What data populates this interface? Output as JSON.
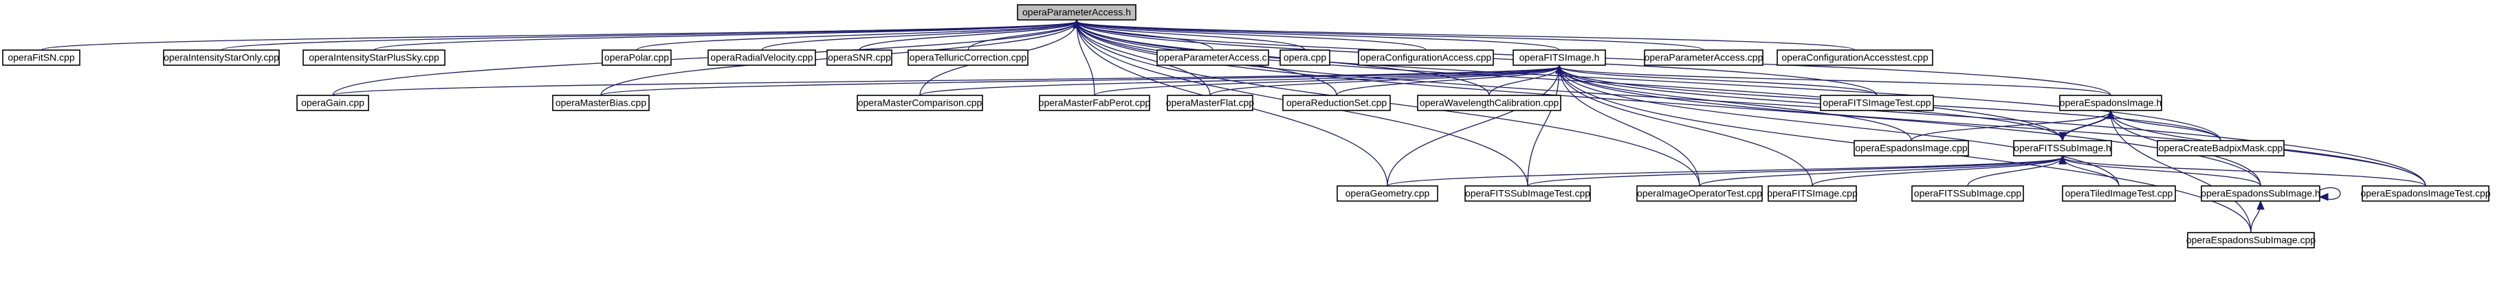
{
  "colors": {
    "edge": "#191970",
    "root_fill": "#bfbfbf",
    "node_fill": "#ffffff",
    "node_border": "#000000"
  },
  "nodes": [
    {
      "id": "n0",
      "label": "operaParameterAccess.h",
      "root": true
    },
    {
      "id": "n1",
      "label": "operaFitSN.cpp"
    },
    {
      "id": "n2",
      "label": "operaIntensityStarOnly.cpp"
    },
    {
      "id": "n3",
      "label": "operaIntensityStarPlusSky.cpp"
    },
    {
      "id": "n4",
      "label": "operaPolar.cpp"
    },
    {
      "id": "n5",
      "label": "operaRadialVelocity.cpp"
    },
    {
      "id": "n6",
      "label": "operaSNR.cpp"
    },
    {
      "id": "n7",
      "label": "operaTelluricCorrection.cpp"
    },
    {
      "id": "n8",
      "label": "operaParameterAccess.c"
    },
    {
      "id": "n9",
      "label": "opera.cpp"
    },
    {
      "id": "n10",
      "label": "operaConfigurationAccess.cpp"
    },
    {
      "id": "n11",
      "label": "operaFITSImage.h"
    },
    {
      "id": "n12",
      "label": "operaParameterAccess.cpp"
    },
    {
      "id": "n13",
      "label": "operaConfigurationAccesstest.cpp"
    },
    {
      "id": "n14",
      "label": "operaGain.cpp"
    },
    {
      "id": "n15",
      "label": "operaMasterBias.cpp"
    },
    {
      "id": "n16",
      "label": "operaMasterComparison.cpp"
    },
    {
      "id": "n17",
      "label": "operaMasterFabPerot.cpp"
    },
    {
      "id": "n18",
      "label": "operaMasterFlat.cpp"
    },
    {
      "id": "n19",
      "label": "operaReductionSet.cpp"
    },
    {
      "id": "n20",
      "label": "operaWavelengthCalibration.cpp"
    },
    {
      "id": "n21",
      "label": "operaFITSImageTest.cpp"
    },
    {
      "id": "n22",
      "label": "operaEspadonsImage.h"
    },
    {
      "id": "n23",
      "label": "operaEspadonsImage.cpp"
    },
    {
      "id": "n24",
      "label": "operaFITSSubImage.h"
    },
    {
      "id": "n25",
      "label": "operaCreateBadpixMask.cpp"
    },
    {
      "id": "n26",
      "label": "operaGeometry.cpp"
    },
    {
      "id": "n27",
      "label": "operaFITSSubImageTest.cpp"
    },
    {
      "id": "n28",
      "label": "operaImageOperatorTest.cpp"
    },
    {
      "id": "n29",
      "label": "operaFITSImage.cpp"
    },
    {
      "id": "n30",
      "label": "operaFITSSubImage.cpp"
    },
    {
      "id": "n31",
      "label": "operaTiledImageTest.cpp"
    },
    {
      "id": "n32",
      "label": "operaEspadonsSubImage.h"
    },
    {
      "id": "n33",
      "label": "operaEspadonsImageTest.cpp"
    },
    {
      "id": "n34",
      "label": "operaEspadonsSubImage.cpp"
    }
  ],
  "edges": [
    [
      "n0",
      "n1"
    ],
    [
      "n0",
      "n2"
    ],
    [
      "n0",
      "n3"
    ],
    [
      "n0",
      "n4"
    ],
    [
      "n0",
      "n5"
    ],
    [
      "n0",
      "n6"
    ],
    [
      "n0",
      "n7"
    ],
    [
      "n0",
      "n8"
    ],
    [
      "n0",
      "n9"
    ],
    [
      "n0",
      "n10"
    ],
    [
      "n0",
      "n11"
    ],
    [
      "n0",
      "n12"
    ],
    [
      "n0",
      "n13"
    ],
    [
      "n0",
      "n14"
    ],
    [
      "n0",
      "n15"
    ],
    [
      "n0",
      "n16"
    ],
    [
      "n0",
      "n17"
    ],
    [
      "n0",
      "n18"
    ],
    [
      "n0",
      "n19"
    ],
    [
      "n0",
      "n20"
    ],
    [
      "n0",
      "n21"
    ],
    [
      "n0",
      "n22"
    ],
    [
      "n0",
      "n24"
    ],
    [
      "n0",
      "n25"
    ],
    [
      "n0",
      "n26"
    ],
    [
      "n0",
      "n27"
    ],
    [
      "n0",
      "n28"
    ],
    [
      "n0",
      "n32"
    ],
    [
      "n0",
      "n33"
    ],
    [
      "n11",
      "n14"
    ],
    [
      "n11",
      "n15"
    ],
    [
      "n11",
      "n16"
    ],
    [
      "n11",
      "n17"
    ],
    [
      "n11",
      "n18"
    ],
    [
      "n11",
      "n19"
    ],
    [
      "n11",
      "n20"
    ],
    [
      "n11",
      "n21"
    ],
    [
      "n11",
      "n22"
    ],
    [
      "n11",
      "n23"
    ],
    [
      "n11",
      "n24"
    ],
    [
      "n11",
      "n25"
    ],
    [
      "n11",
      "n26"
    ],
    [
      "n11",
      "n27"
    ],
    [
      "n11",
      "n28"
    ],
    [
      "n11",
      "n29"
    ],
    [
      "n11",
      "n31"
    ],
    [
      "n11",
      "n33"
    ],
    [
      "n11",
      "n34"
    ],
    [
      "n22",
      "n23"
    ],
    [
      "n22",
      "n24"
    ],
    [
      "n22",
      "n25"
    ],
    [
      "n22",
      "n32"
    ],
    [
      "n22",
      "n33"
    ],
    [
      "n22",
      "n34"
    ],
    [
      "n24",
      "n22"
    ],
    [
      "n24",
      "n26"
    ],
    [
      "n24",
      "n27"
    ],
    [
      "n24",
      "n28"
    ],
    [
      "n24",
      "n29"
    ],
    [
      "n24",
      "n30"
    ],
    [
      "n24",
      "n31"
    ],
    [
      "n24",
      "n32"
    ],
    [
      "n24",
      "n33"
    ],
    [
      "n32",
      "n32"
    ],
    [
      "n32",
      "n34"
    ]
  ]
}
